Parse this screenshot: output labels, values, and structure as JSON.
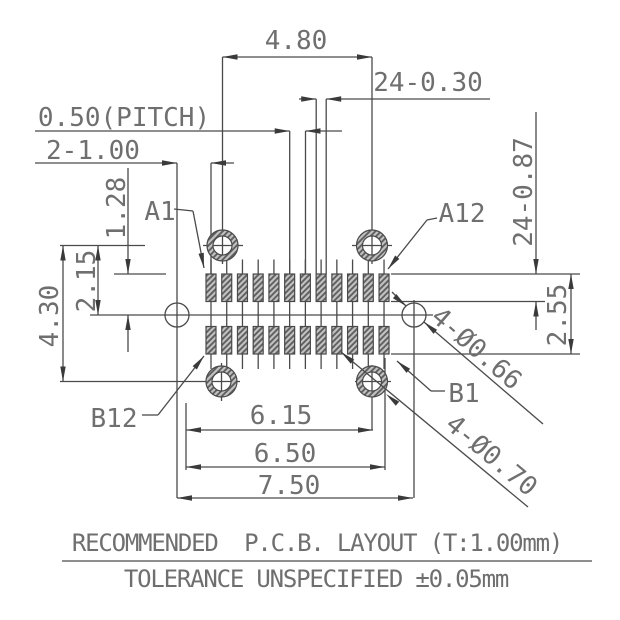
{
  "drawing": {
    "dims": {
      "top_span": "4.80",
      "pad_width": "24-0.30",
      "pitch": "0.50(PITCH)",
      "hole_offset": "2-1.00",
      "pad_to_center": "1.28",
      "hole_row_to_center": "2.15",
      "hole_rows_span": "4.30",
      "pad_length": "24-0.87",
      "pad_field_height": "2.55",
      "span_inner": "6.15",
      "span_mid": "6.50",
      "span_outer": "7.50",
      "via_diameter": "4-Ø0.66",
      "hole_diameter": "4-Ø0.70"
    },
    "labels": {
      "a1": "A1",
      "a12": "A12",
      "b1": "B1",
      "b12": "B12"
    },
    "footer": {
      "title": "RECOMMENDED  P.C.B. LAYOUT (T:1.00mm)",
      "tolerance": "TOLERANCE UNSPECIFIED ±0.05mm"
    },
    "colors": {
      "background": "#ffffff",
      "line": "#4a4a4a",
      "text": "#6f6f6f",
      "arrow": "#3a3a3a",
      "hatch_bg": "#c2c2c2",
      "hatch_line": "#5a5a5a"
    }
  }
}
